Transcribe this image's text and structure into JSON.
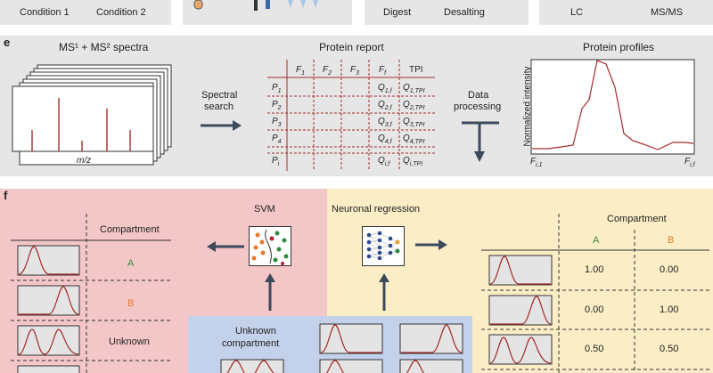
{
  "top": {
    "cond1": "Condition 1",
    "cond2": "Condition 2",
    "digest": "Digest",
    "desalting": "Desalting",
    "lc": "LC",
    "msms": "MS/MS"
  },
  "panel_e": {
    "letter": "e",
    "spectra_title": "MS¹ + MS² spectra",
    "mz": "m/z",
    "spectral_search": "Spectral\nsearch",
    "spectral_line1": "Spectral",
    "spectral_line2": "search",
    "report_title": "Protein report",
    "cols": [
      "F1",
      "F2",
      "F3",
      "Ff",
      "TPI"
    ],
    "rows": [
      "P1",
      "P2",
      "P3",
      "P4",
      "Pi"
    ],
    "q_cells": [
      "Q1,f",
      "Q2,f",
      "Q3,f",
      "Q4,f",
      "Qi,f"
    ],
    "tpi_cells": [
      "Q1,TPI",
      "Q2,TPI",
      "Q3,TPI",
      "Q4,TPI",
      "Qi,TPI"
    ],
    "data_line1": "Data",
    "data_line2": "processing",
    "profiles_title": "Protein profiles",
    "y_axis": "Normalized intensity",
    "x_start": "Fi,1",
    "x_end": "Fi,f"
  },
  "panel_f": {
    "letter": "f",
    "svm": "SVM",
    "neuronal": "Neuronal regression",
    "left_header": "Compartment",
    "left_rows": [
      "A",
      "B",
      "Unknown"
    ],
    "unknown_line1": "Unknown",
    "unknown_line2": "compartment",
    "right_header": "Compartment",
    "right_cols": [
      "A",
      "B"
    ],
    "right_rows": [
      [
        "1.00",
        "0.00"
      ],
      [
        "0.00",
        "1.00"
      ],
      [
        "0.50",
        "0.50"
      ]
    ]
  },
  "colors": {
    "panel_gray": "#e6e6e6",
    "panel_pink": "#f3c6c8",
    "panel_yellow": "#fbeec6",
    "panel_blue": "#c3d1ea",
    "dark_red": "#a52a2a",
    "arrow": "#3d4a5c",
    "orange": "#e8782b",
    "green": "#2e8b3d"
  }
}
